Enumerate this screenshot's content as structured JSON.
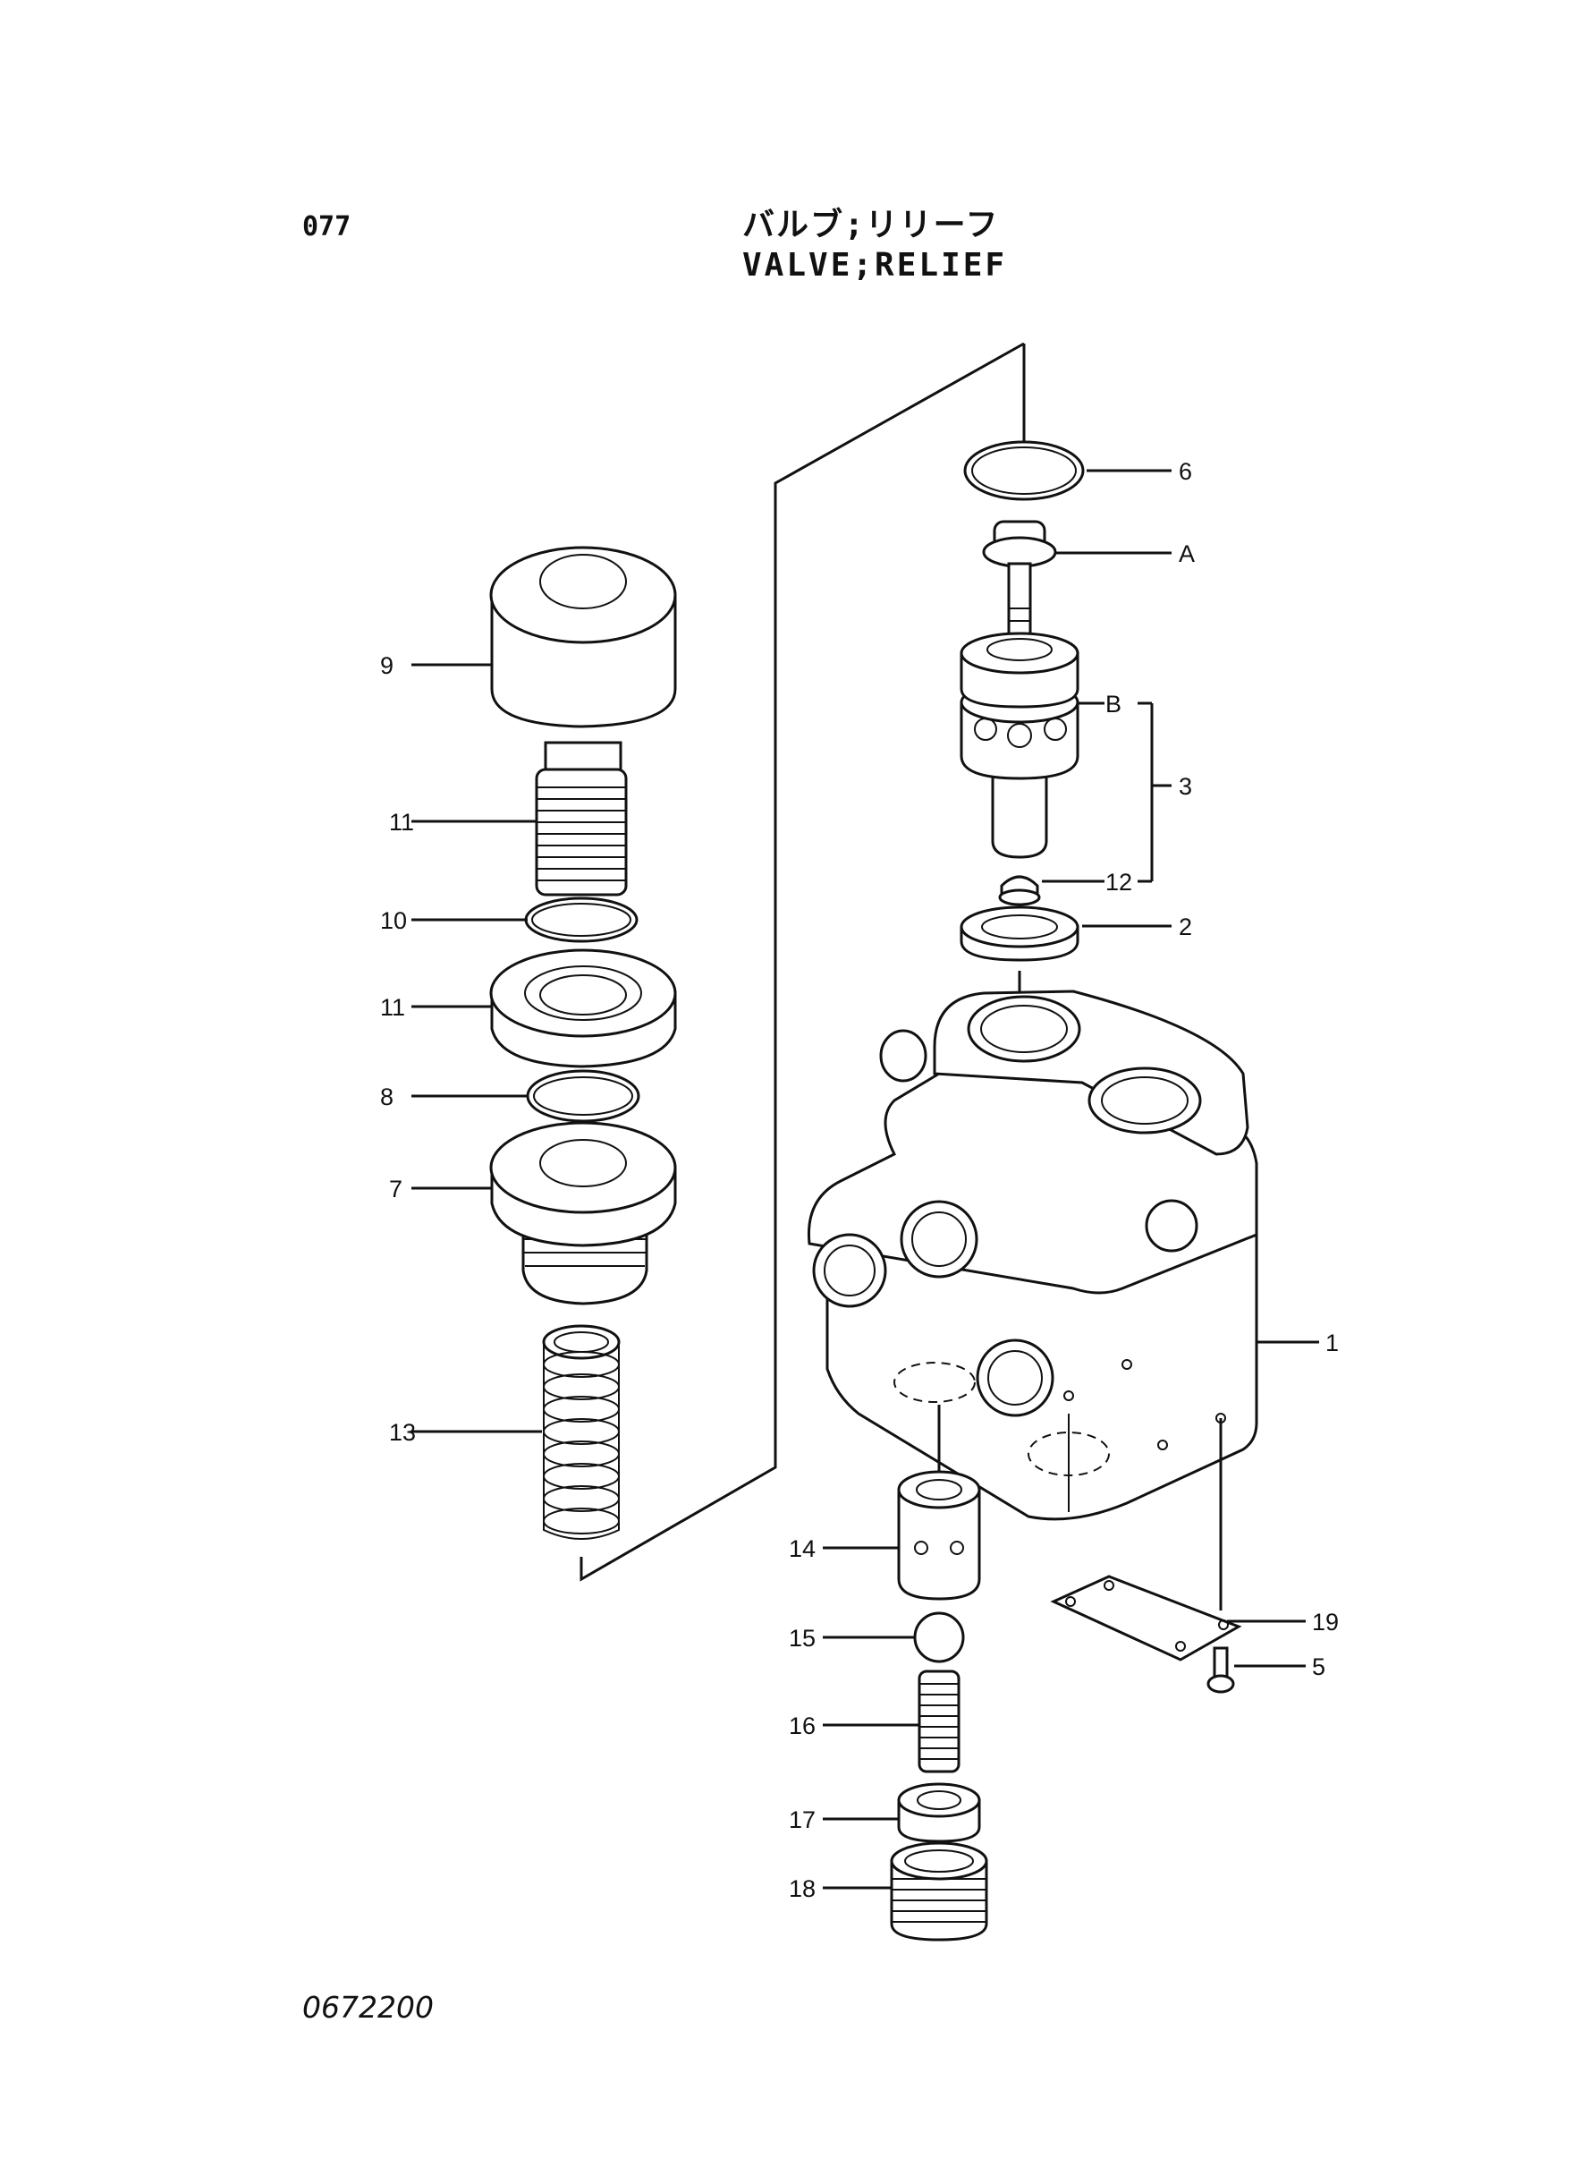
{
  "header": {
    "page_number": "077",
    "title_jp": "バルブ;リリーフ",
    "title_en": "VALVE;RELIEF"
  },
  "footer": {
    "drawing_number": "0672200"
  },
  "callouts": [
    "1",
    "2",
    "3",
    "5",
    "6",
    "A",
    "B",
    "12",
    "9",
    "11",
    "10",
    "11",
    "8",
    "7",
    "13",
    "14",
    "15",
    "16",
    "17",
    "18",
    "19"
  ]
}
